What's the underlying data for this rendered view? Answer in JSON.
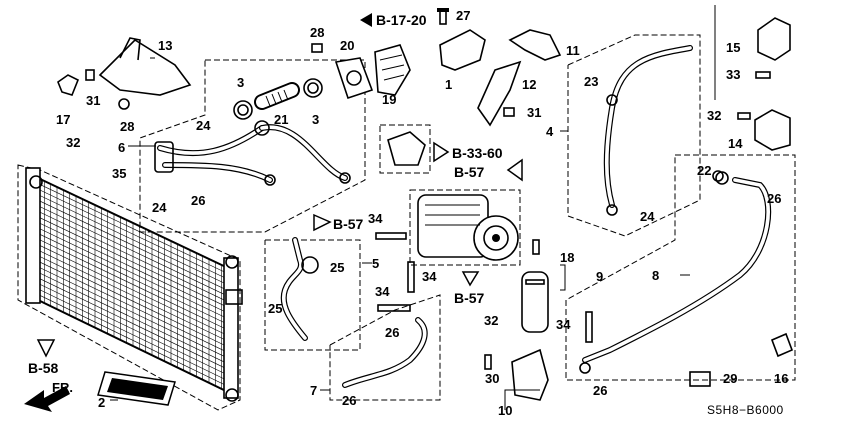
{
  "diagram": {
    "code": "S5H8−B6000",
    "front_label": "FR.",
    "references": {
      "b17_20": "B-17-20",
      "b33_60": "B-33-60",
      "b57_top": "B-57",
      "b57_mid": "B-57",
      "b57_bottom": "B-57",
      "b58": "B-58"
    },
    "callouts": {
      "c1": "1",
      "c2": "2",
      "c3a": "3",
      "c3b": "3",
      "c4": "4",
      "c5": "5",
      "c6": "6",
      "c7": "7",
      "c8": "8",
      "c9": "9",
      "c10": "10",
      "c11": "11",
      "c12": "12",
      "c13": "13",
      "c14": "14",
      "c15": "15",
      "c16": "16",
      "c17": "17",
      "c18": "18",
      "c19": "19",
      "c20": "20",
      "c21": "21",
      "c22": "22",
      "c23": "23",
      "c24a": "24",
      "c24b": "24",
      "c24c": "24",
      "c25a": "25",
      "c25b": "25",
      "c26a": "26",
      "c26b": "26",
      "c26c": "26",
      "c26d": "26",
      "c26e": "26",
      "c27": "27",
      "c28a": "28",
      "c28b": "28",
      "c29": "29",
      "c30": "30",
      "c31a": "31",
      "c31b": "31",
      "c32a": "32",
      "c32b": "32",
      "c32c": "32",
      "c33": "33",
      "c34a": "34",
      "c34b": "34",
      "c34c": "34",
      "c34d": "34",
      "c35": "35"
    }
  }
}
